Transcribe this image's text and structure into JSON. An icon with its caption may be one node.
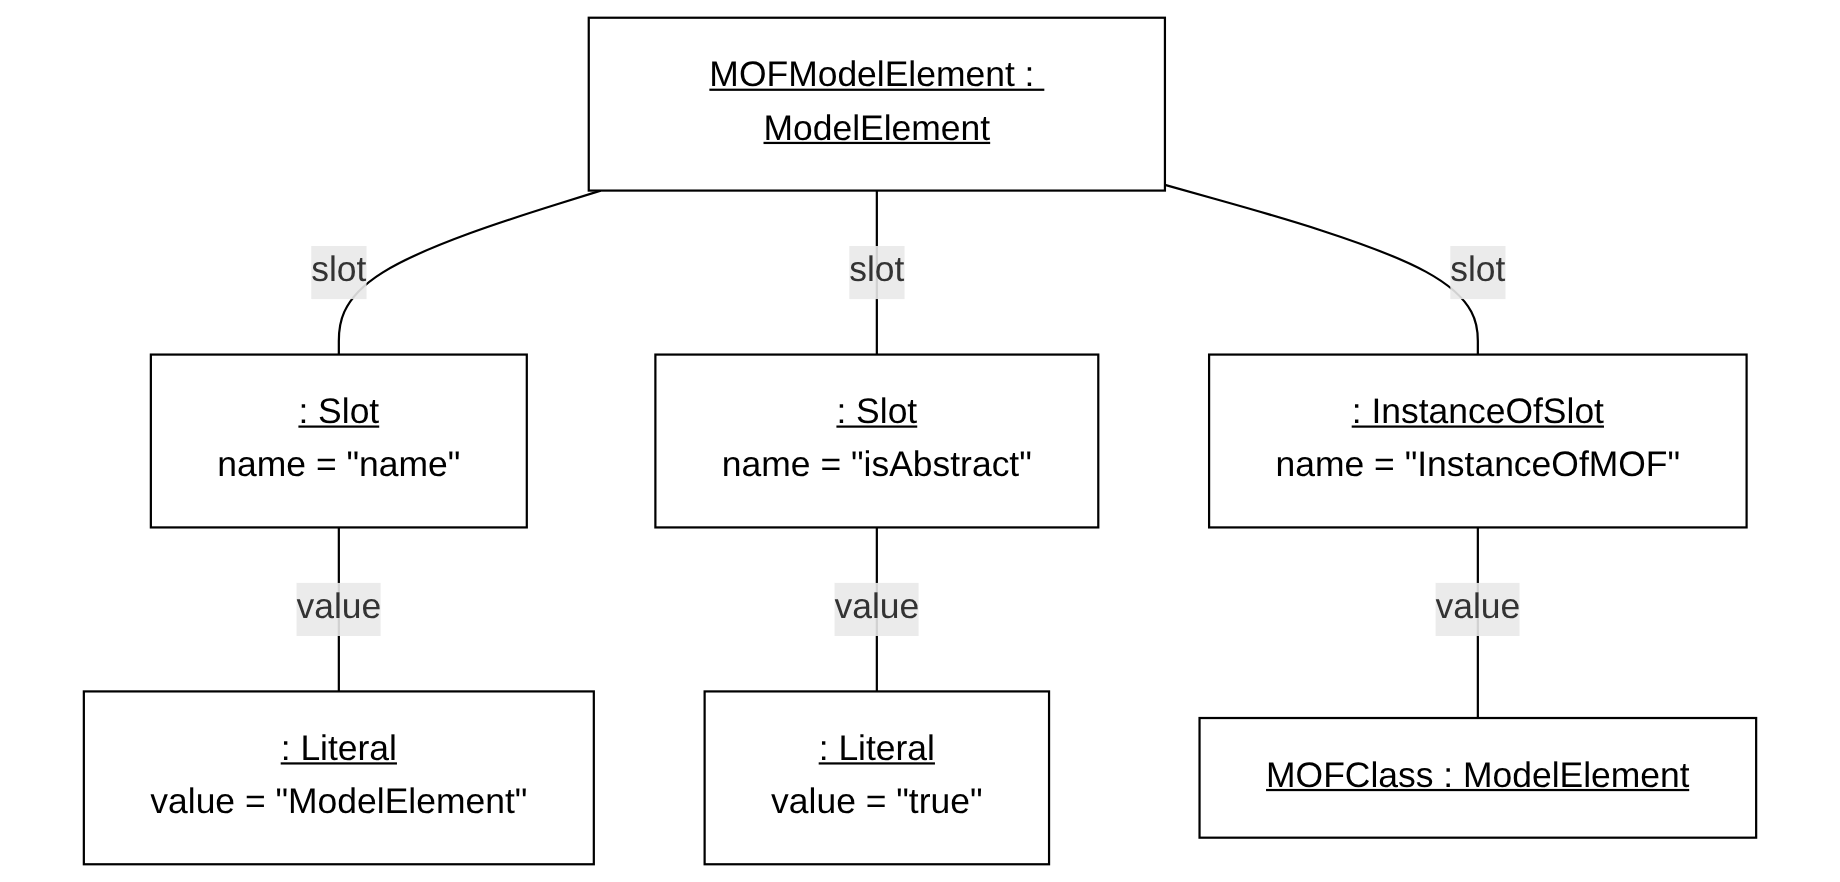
{
  "diagram": {
    "nodes": [
      {
        "text": [
          "MOFModelElement : ModelElement"
        ]
      },
      {
        "text": [
          ": Slot",
          "name = \"name\""
        ]
      },
      {
        "text": [
          ": Literal",
          "value = \"ModelElement\""
        ]
      },
      {
        "text": [
          ": Slot",
          "name = \"isAbstract\""
        ]
      },
      {
        "text": [
          ": InstanceOfSlot",
          "name = \"InstanceOfMOF\""
        ]
      },
      {
        "text": [
          ": Literal",
          "value = \"true\""
        ]
      },
      {
        "text": [
          "MOFClass : ModelElement"
        ]
      }
    ],
    "edges": [
      {
        "from": 0,
        "to": 1,
        "arrow": "none",
        "label": "slot"
      },
      {
        "from": 1,
        "to": 2,
        "arrow": "none",
        "label": "value"
      },
      {
        "from": 0,
        "to": 3,
        "arrow": "none",
        "label": "slot"
      },
      {
        "from": 0,
        "to": 4,
        "arrow": "none",
        "label": "slot"
      },
      {
        "from": 3,
        "to": 5,
        "arrow": "none",
        "label": "value"
      },
      {
        "from": 4,
        "to": 6,
        "arrow": "none",
        "label": "value"
      }
    ]
  }
}
